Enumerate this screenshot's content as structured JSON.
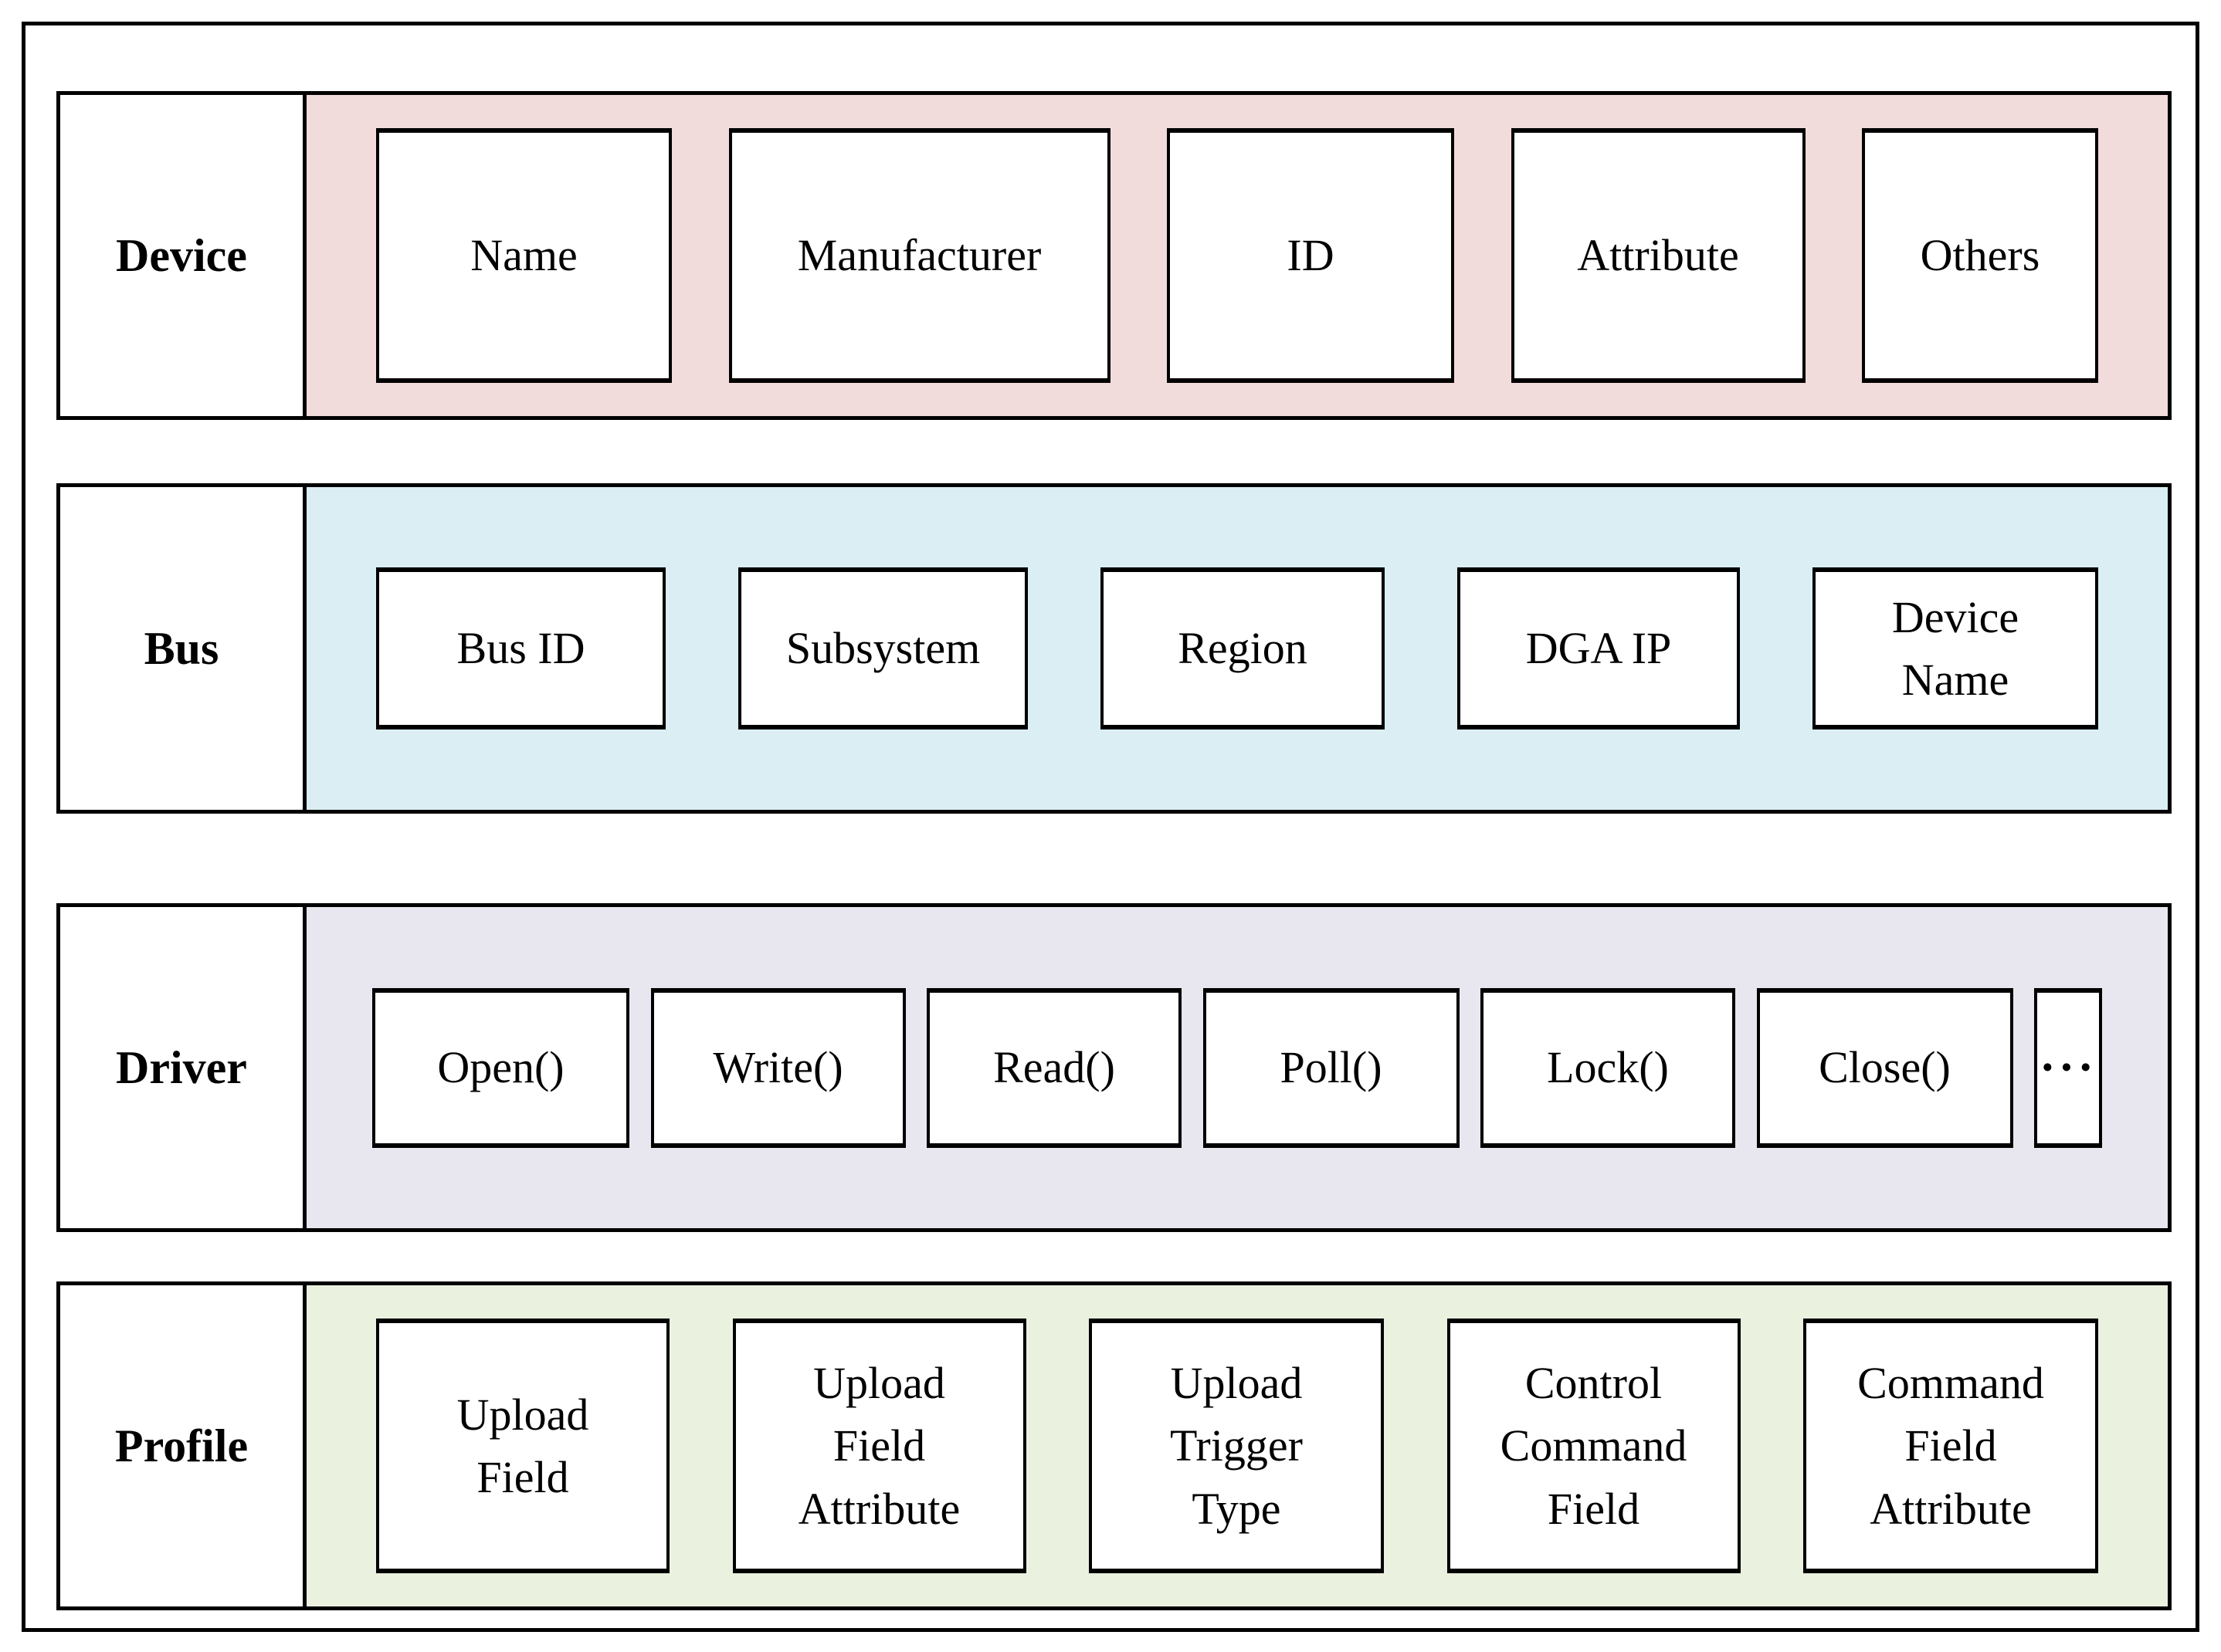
{
  "diagram": {
    "rows": [
      {
        "label": "Device",
        "band_color": "#F2DCDB",
        "cells": [
          "Name",
          "Manufacturer",
          "ID",
          "Attribute",
          "Others"
        ]
      },
      {
        "label": "Bus",
        "band_color": "#DAEEF3",
        "cells": [
          "Bus ID",
          "Subsystem",
          "Region",
          "DGA IP",
          [
            "Device",
            "Name"
          ]
        ]
      },
      {
        "label": "Driver",
        "band_color": "#E8E6EF",
        "cells": [
          "Open()",
          "Write()",
          "Read()",
          "Poll()",
          "Lock()",
          "Close()",
          "···"
        ]
      },
      {
        "label": "Profile",
        "band_color": "#EAF1DF",
        "cells": [
          [
            "Upload",
            "Field"
          ],
          [
            "Upload",
            "Field",
            "Attribute"
          ],
          [
            "Upload",
            "Trigger",
            "Type"
          ],
          [
            "Control",
            "Command",
            "Field"
          ],
          [
            "Command",
            "Field",
            "Attribute"
          ]
        ]
      }
    ]
  }
}
